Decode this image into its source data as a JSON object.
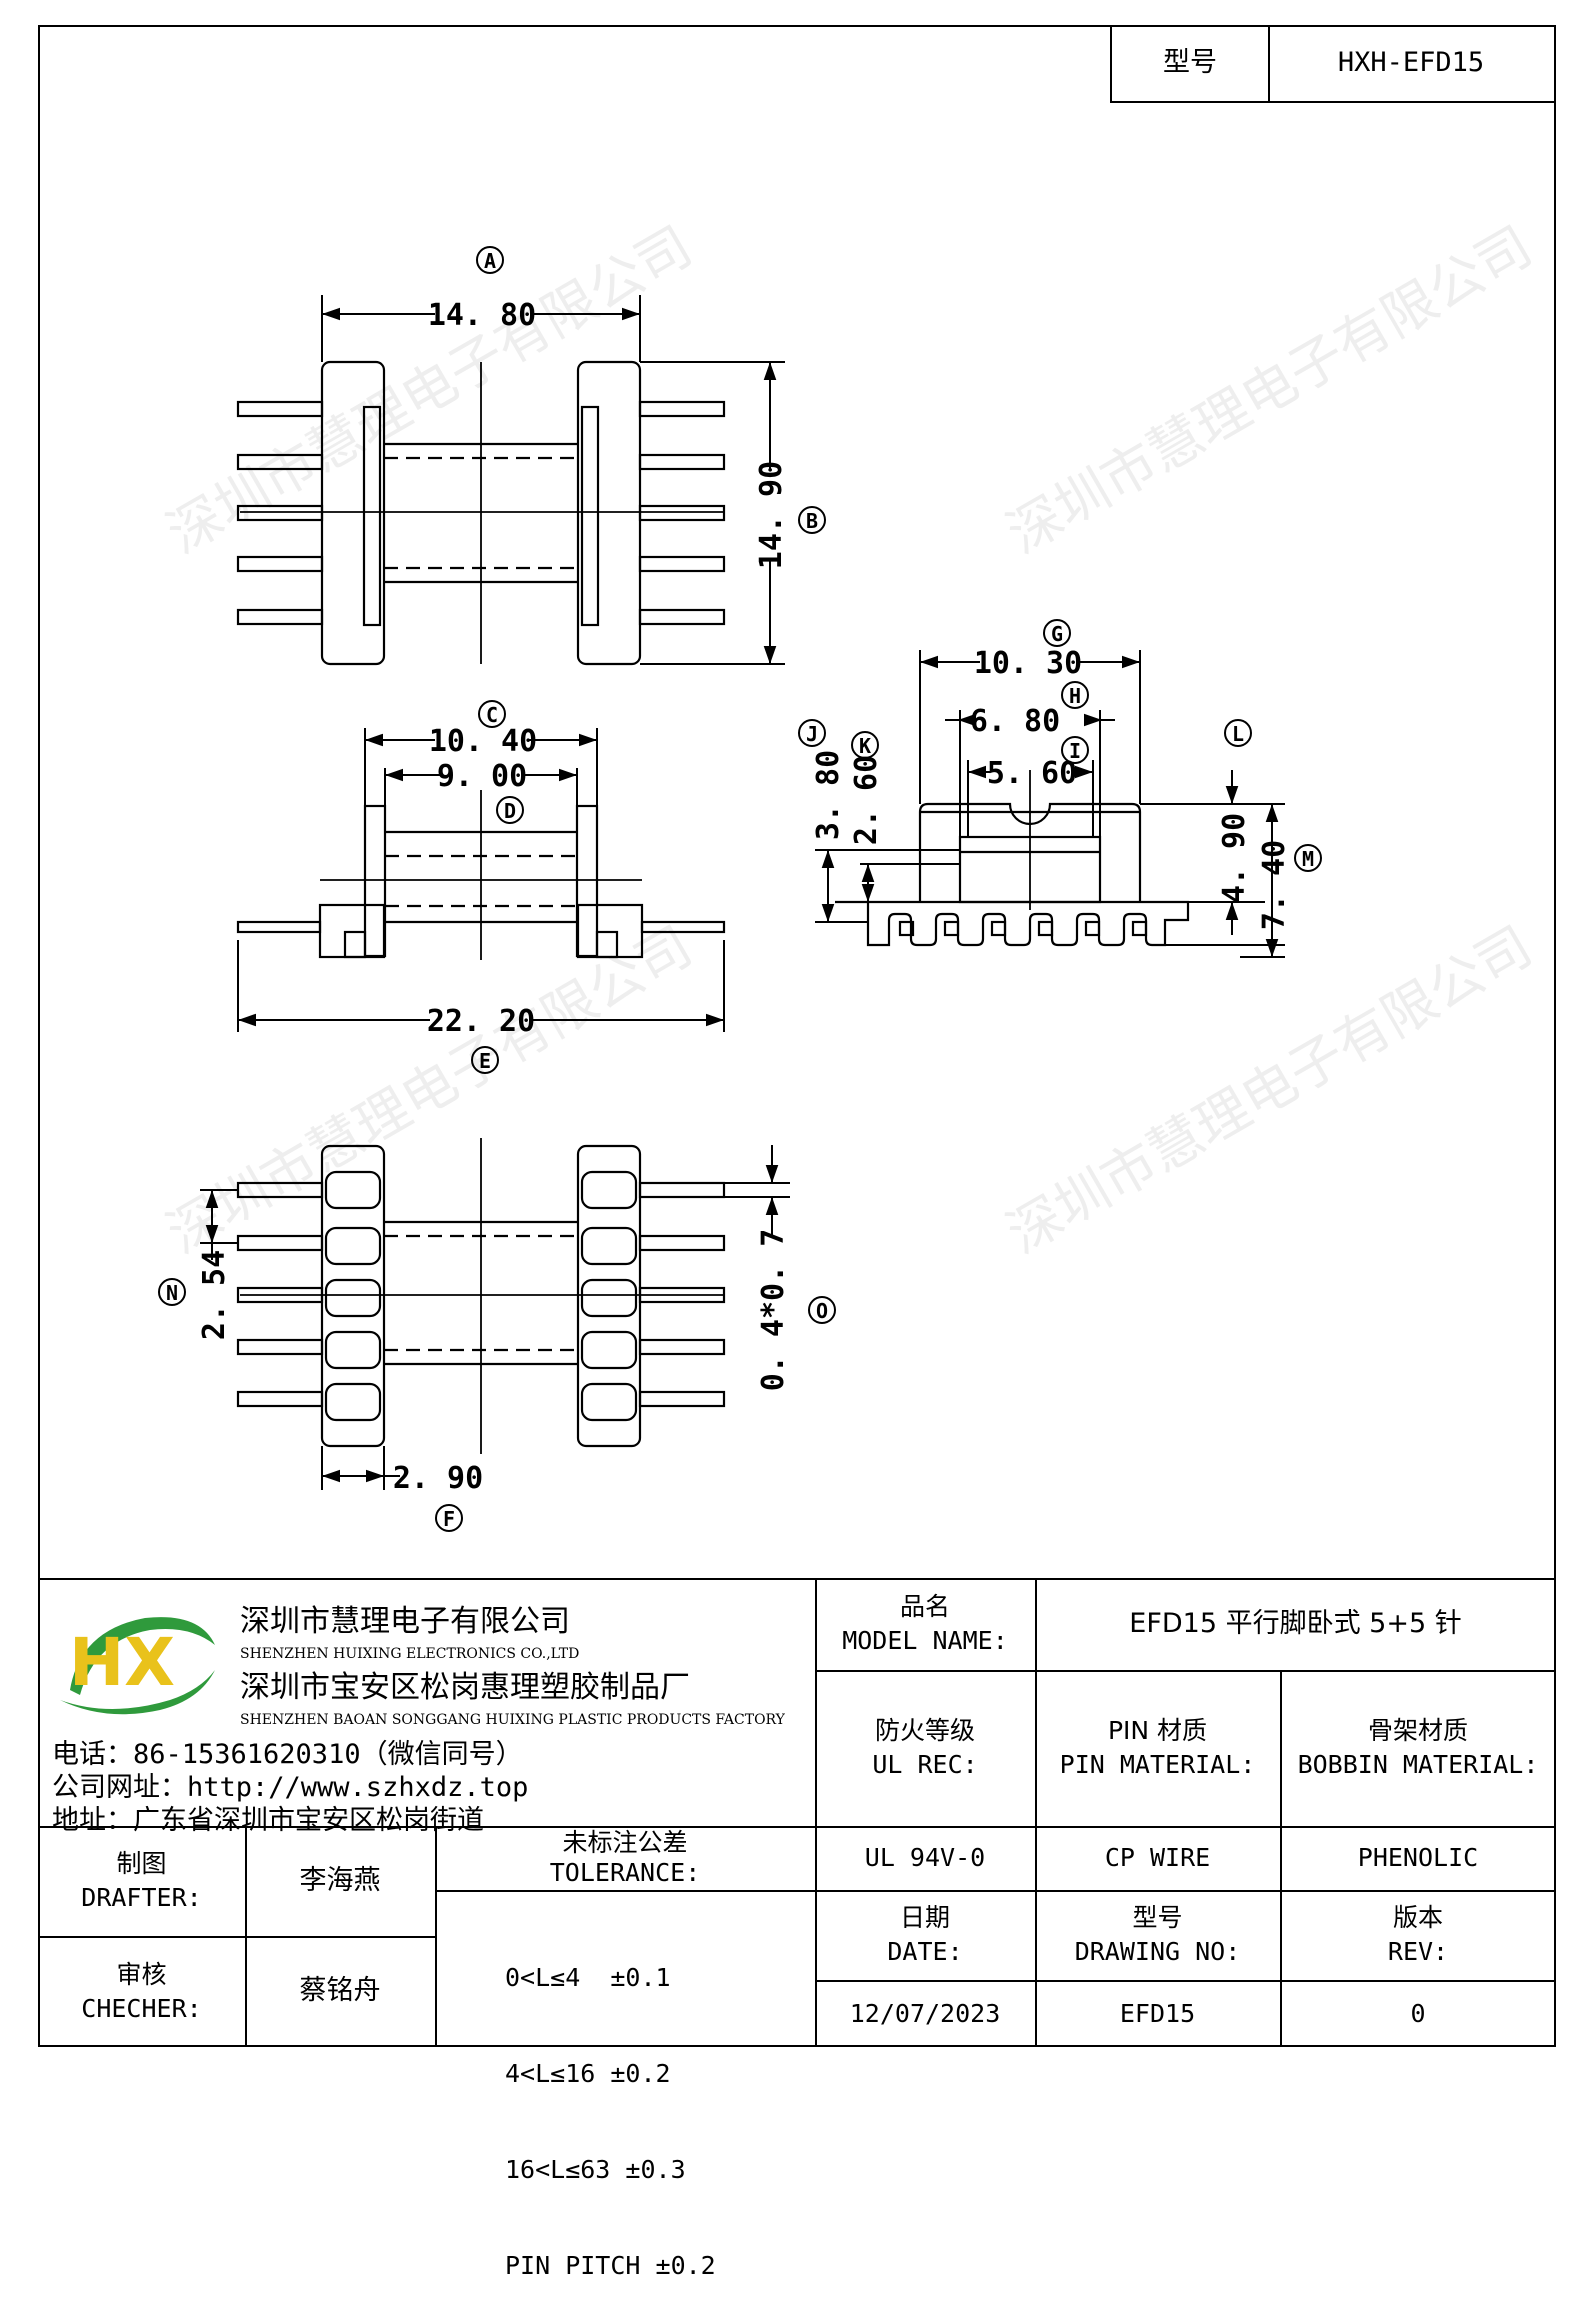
{
  "header": {
    "model_label": "型号",
    "model_value": "HXH-EFD15"
  },
  "watermark": "深圳市慧理电子有限公司",
  "dimensions": {
    "A": {
      "letter": "A",
      "value": "14. 80"
    },
    "B": {
      "letter": "B",
      "value": "14. 90"
    },
    "C": {
      "letter": "C",
      "value": "10. 40"
    },
    "D": {
      "letter": "D",
      "value": "9. 00"
    },
    "E": {
      "letter": "E",
      "value": "22. 20"
    },
    "F": {
      "letter": "F",
      "value": "2. 90"
    },
    "G": {
      "letter": "G",
      "value": "10. 30"
    },
    "H": {
      "letter": "H",
      "value": "6. 80"
    },
    "I": {
      "letter": "I",
      "value": "5. 60"
    },
    "J": {
      "letter": "J",
      "value": "3. 80"
    },
    "K": {
      "letter": "K",
      "value": "2. 60"
    },
    "L": {
      "letter": "L",
      "value": "4. 90"
    },
    "M": {
      "letter": "M",
      "value": "7. 40"
    },
    "N": {
      "letter": "N",
      "value": "2. 54"
    },
    "O": {
      "letter": "O",
      "value": "0. 4*0. 7"
    }
  },
  "company": {
    "logo_text": "HX",
    "name_cn_1": "深圳市慧理电子有限公司",
    "name_en_1": "SHENZHEN HUIXING ELECTRONICS CO.,LTD",
    "name_cn_2": "深圳市宝安区松岗惠理塑胶制品厂",
    "name_en_2": "SHENZHEN BAOAN SONGGANG HUIXING PLASTIC PRODUCTS FACTORY",
    "phone": "电话：86-15361620310（微信同号）",
    "website": "公司网址：http://www.szhxdz.top",
    "address": "地址：广东省深圳市宝安区松岗街道",
    "brand_green": "#2f9a3c",
    "brand_yellow": "#e9c21b"
  },
  "title_block": {
    "product_label_cn": "品名",
    "product_label_en": "MODEL NAME:",
    "product_value": "EFD15 平行脚卧式 5+5 针",
    "fire_label_cn": "防火等级",
    "fire_label_en": "UL REC:",
    "pin_label_cn": "PIN 材质",
    "pin_label_en": "PIN MATERIAL:",
    "bobbin_label_cn": "骨架材质",
    "bobbin_label_en": "BOBBIN MATERIAL:",
    "fire_value": "UL 94V-0",
    "pin_value": "CP WIRE",
    "bobbin_value": "PHENOLIC",
    "date_label_cn": "日期",
    "date_label_en": "DATE:",
    "drawing_label_cn": "型号",
    "drawing_label_en": "DRAWING NO:",
    "rev_label_cn": "版本",
    "rev_label_en": "REV:",
    "date_value": "12/07/2023",
    "drawing_value": "EFD15",
    "rev_value": "0",
    "drafter_label_cn": "制图",
    "drafter_label_en": "DRAFTER:",
    "drafter_value": "李海燕",
    "checker_label_cn": "审核",
    "checker_label_en": "CHECHER:",
    "checker_value": "蔡铭舟",
    "tolerance_label_cn": "未标注公差",
    "tolerance_label_en": "TOLERANCE:",
    "tolerances": [
      "0<L≤4  ±0.1",
      "4<L≤16 ±0.2",
      "16<L≤63 ±0.3",
      "PIN PITCH ±0.2"
    ]
  }
}
